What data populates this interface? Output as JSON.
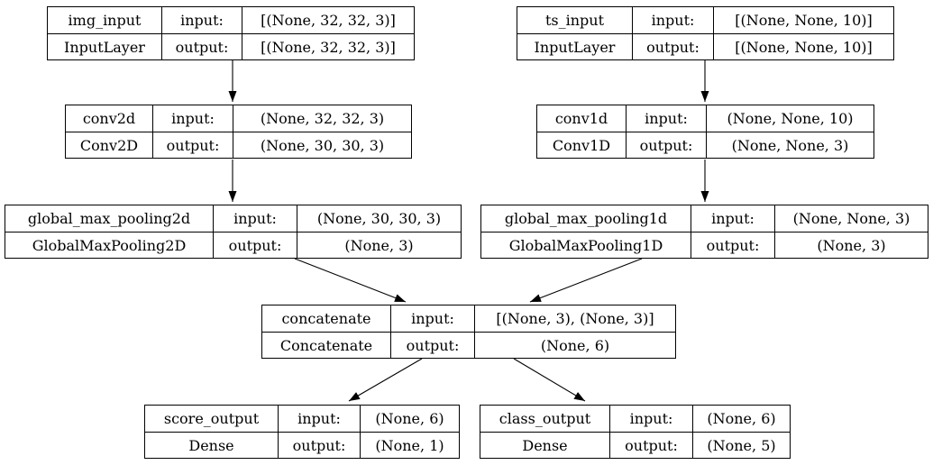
{
  "labels": {
    "input": "input:",
    "output": "output:"
  },
  "nodes": {
    "img_input": {
      "name": "img_input",
      "class": "InputLayer",
      "input_shape": "[(None, 32, 32, 3)]",
      "output_shape": "[(None, 32, 32, 3)]"
    },
    "ts_input": {
      "name": "ts_input",
      "class": "InputLayer",
      "input_shape": "[(None, None, 10)]",
      "output_shape": "[(None, None, 10)]"
    },
    "conv2d": {
      "name": "conv2d",
      "class": "Conv2D",
      "input_shape": "(None, 32, 32, 3)",
      "output_shape": "(None, 30, 30, 3)"
    },
    "conv1d": {
      "name": "conv1d",
      "class": "Conv1D",
      "input_shape": "(None, None, 10)",
      "output_shape": "(None, None, 3)"
    },
    "global_max_pooling2d": {
      "name": "global_max_pooling2d",
      "class": "GlobalMaxPooling2D",
      "input_shape": "(None, 30, 30, 3)",
      "output_shape": "(None, 3)"
    },
    "global_max_pooling1d": {
      "name": "global_max_pooling1d",
      "class": "GlobalMaxPooling1D",
      "input_shape": "(None, None, 3)",
      "output_shape": "(None, 3)"
    },
    "concatenate": {
      "name": "concatenate",
      "class": "Concatenate",
      "input_shape": "[(None, 3), (None, 3)]",
      "output_shape": "(None, 6)"
    },
    "score_output": {
      "name": "score_output",
      "class": "Dense",
      "input_shape": "(None, 6)",
      "output_shape": "(None, 1)"
    },
    "class_output": {
      "name": "class_output",
      "class": "Dense",
      "input_shape": "(None, 6)",
      "output_shape": "(None, 5)"
    }
  },
  "edges": [
    {
      "from": "img_input",
      "to": "conv2d"
    },
    {
      "from": "ts_input",
      "to": "conv1d"
    },
    {
      "from": "conv2d",
      "to": "global_max_pooling2d"
    },
    {
      "from": "conv1d",
      "to": "global_max_pooling1d"
    },
    {
      "from": "global_max_pooling2d",
      "to": "concatenate"
    },
    {
      "from": "global_max_pooling1d",
      "to": "concatenate"
    },
    {
      "from": "concatenate",
      "to": "score_output"
    },
    {
      "from": "concatenate",
      "to": "class_output"
    }
  ],
  "colors": {
    "background": "#ffffff",
    "border": "#000000",
    "text": "#000000",
    "arrow": "#000000"
  }
}
